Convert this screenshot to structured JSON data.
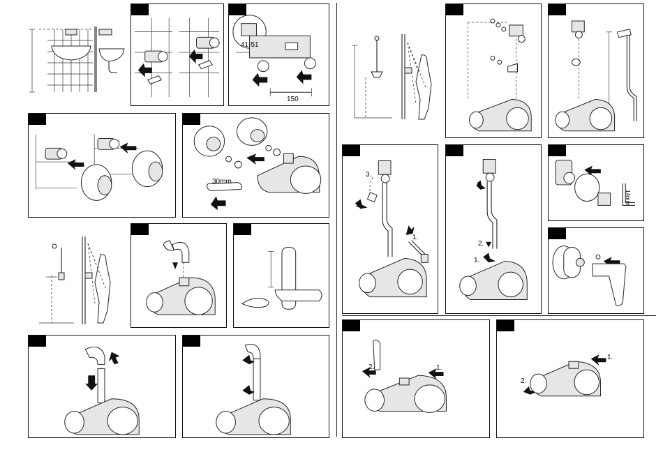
{
  "labels": {
    "dim_41_51": "41-51",
    "dim_150": "150",
    "dim_30mm": "30mm",
    "dim_14mm": "14mm",
    "step1": "1.",
    "step2": "2.",
    "step3": "3."
  },
  "icons": {
    "arrow": "black-arrow-icon",
    "wrench": "wrench-icon",
    "hand": "hand-icon"
  },
  "colors": {
    "ink": "#111111",
    "fill": "#e6e6e6"
  }
}
